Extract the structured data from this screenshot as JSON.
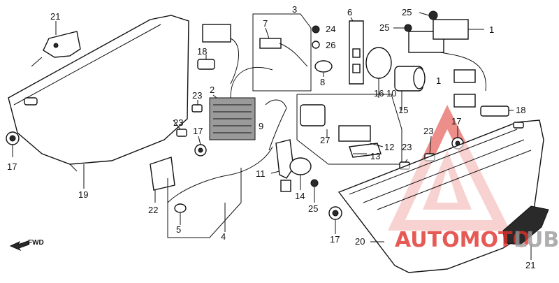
{
  "labels": {
    "l21a": "21",
    "l3": "3",
    "l6": "6",
    "l25a": "25",
    "l25b": "25",
    "l1a": "1",
    "l7": "7",
    "l24": "24",
    "l26": "26",
    "l18a": "18",
    "l8": "8",
    "l2": "2",
    "l23a": "23",
    "l16": "16",
    "l10": "10",
    "l1b": "1",
    "l15": "15",
    "l18b": "18",
    "l9": "9",
    "l23b": "23",
    "l17a": "17",
    "l17b": "17",
    "l23c": "23",
    "l17c": "17",
    "l27": "27",
    "l12": "12",
    "l23d": "23",
    "l13": "13",
    "l11": "11",
    "l19": "19",
    "l22": "22",
    "l14": "14",
    "l25c": "25",
    "l5": "5",
    "l4": "4",
    "l17d": "17",
    "l20": "20",
    "l21b": "21"
  },
  "fwd_label": "FWD",
  "watermark": {
    "text_red": "AUTOMOTO",
    "text_grey": "LUB",
    "color_red": "#e0322c",
    "color_grey": "#9a9a9a"
  }
}
